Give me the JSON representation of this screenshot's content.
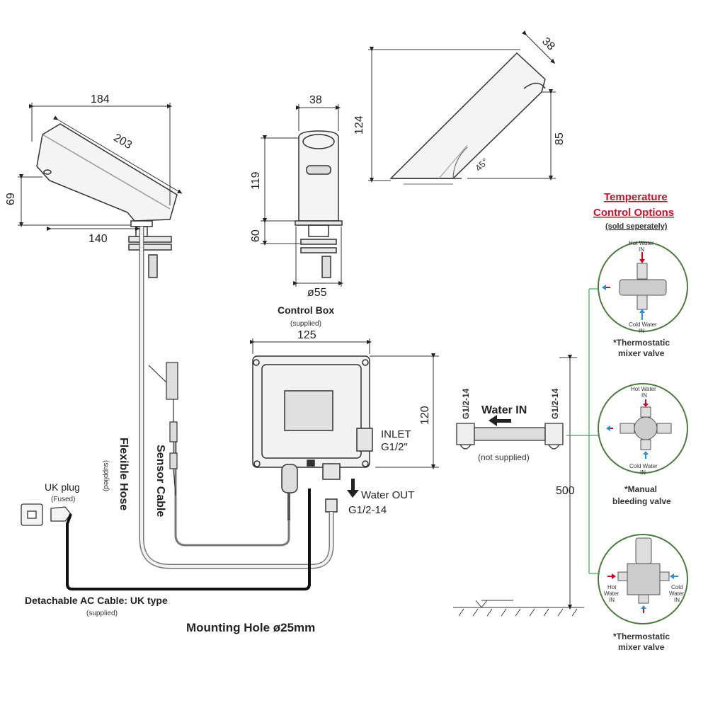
{
  "dimensions": {
    "tap_length": "184",
    "tap_diagonal": "203",
    "tap_height": "69",
    "tap_reach": "140",
    "body_width": "38",
    "body_height": "119",
    "shank_height": "60",
    "base_diameter": "ø55",
    "side_width": "38",
    "side_height": "124",
    "spout_height": "85",
    "spout_angle": "45°",
    "box_width": "125",
    "box_height": "120",
    "mount_height": "500"
  },
  "labels": {
    "control_box": "Control Box",
    "control_box_note": "(supplied)",
    "inlet": "INLET",
    "inlet_size": "G1/2\"",
    "water_in": "Water IN",
    "water_in_note": "(not supplied)",
    "water_out": "Water OUT",
    "water_out_size": "G1/2-14",
    "hose_thread_left": "G1/2-14",
    "hose_thread_right": "G1/2-14",
    "flexible_hose": "Flexible Hose",
    "flexible_hose_note": "(supplied)",
    "sensor_cable": "Sensor Cable",
    "uk_plug": "UK plug",
    "uk_plug_note": "(Fused)",
    "ac_cable": "Detachable AC Cable: UK type",
    "ac_cable_note": "(supplied)",
    "mounting_hole": "Mounting Hole ø25mm"
  },
  "temperature_options": {
    "title_line1": "Temperature",
    "title_line2": "Control Options",
    "note": "(sold seperately)",
    "hot_water": "Hot Water",
    "cold_water": "Cold Water",
    "in": "IN",
    "hot": "Hot",
    "water": "Water",
    "cold": "Cold",
    "option1_line1": "*Thermostatic",
    "option1_line2": "mixer valve",
    "option2_line1": "*Manual",
    "option2_line2": "bleeding valve",
    "option3_line1": "*Thermostatic",
    "option3_line2": "mixer valve"
  },
  "colors": {
    "hot": "#d0021b",
    "cold": "#2a8fd6",
    "leader": "#3aa655"
  }
}
